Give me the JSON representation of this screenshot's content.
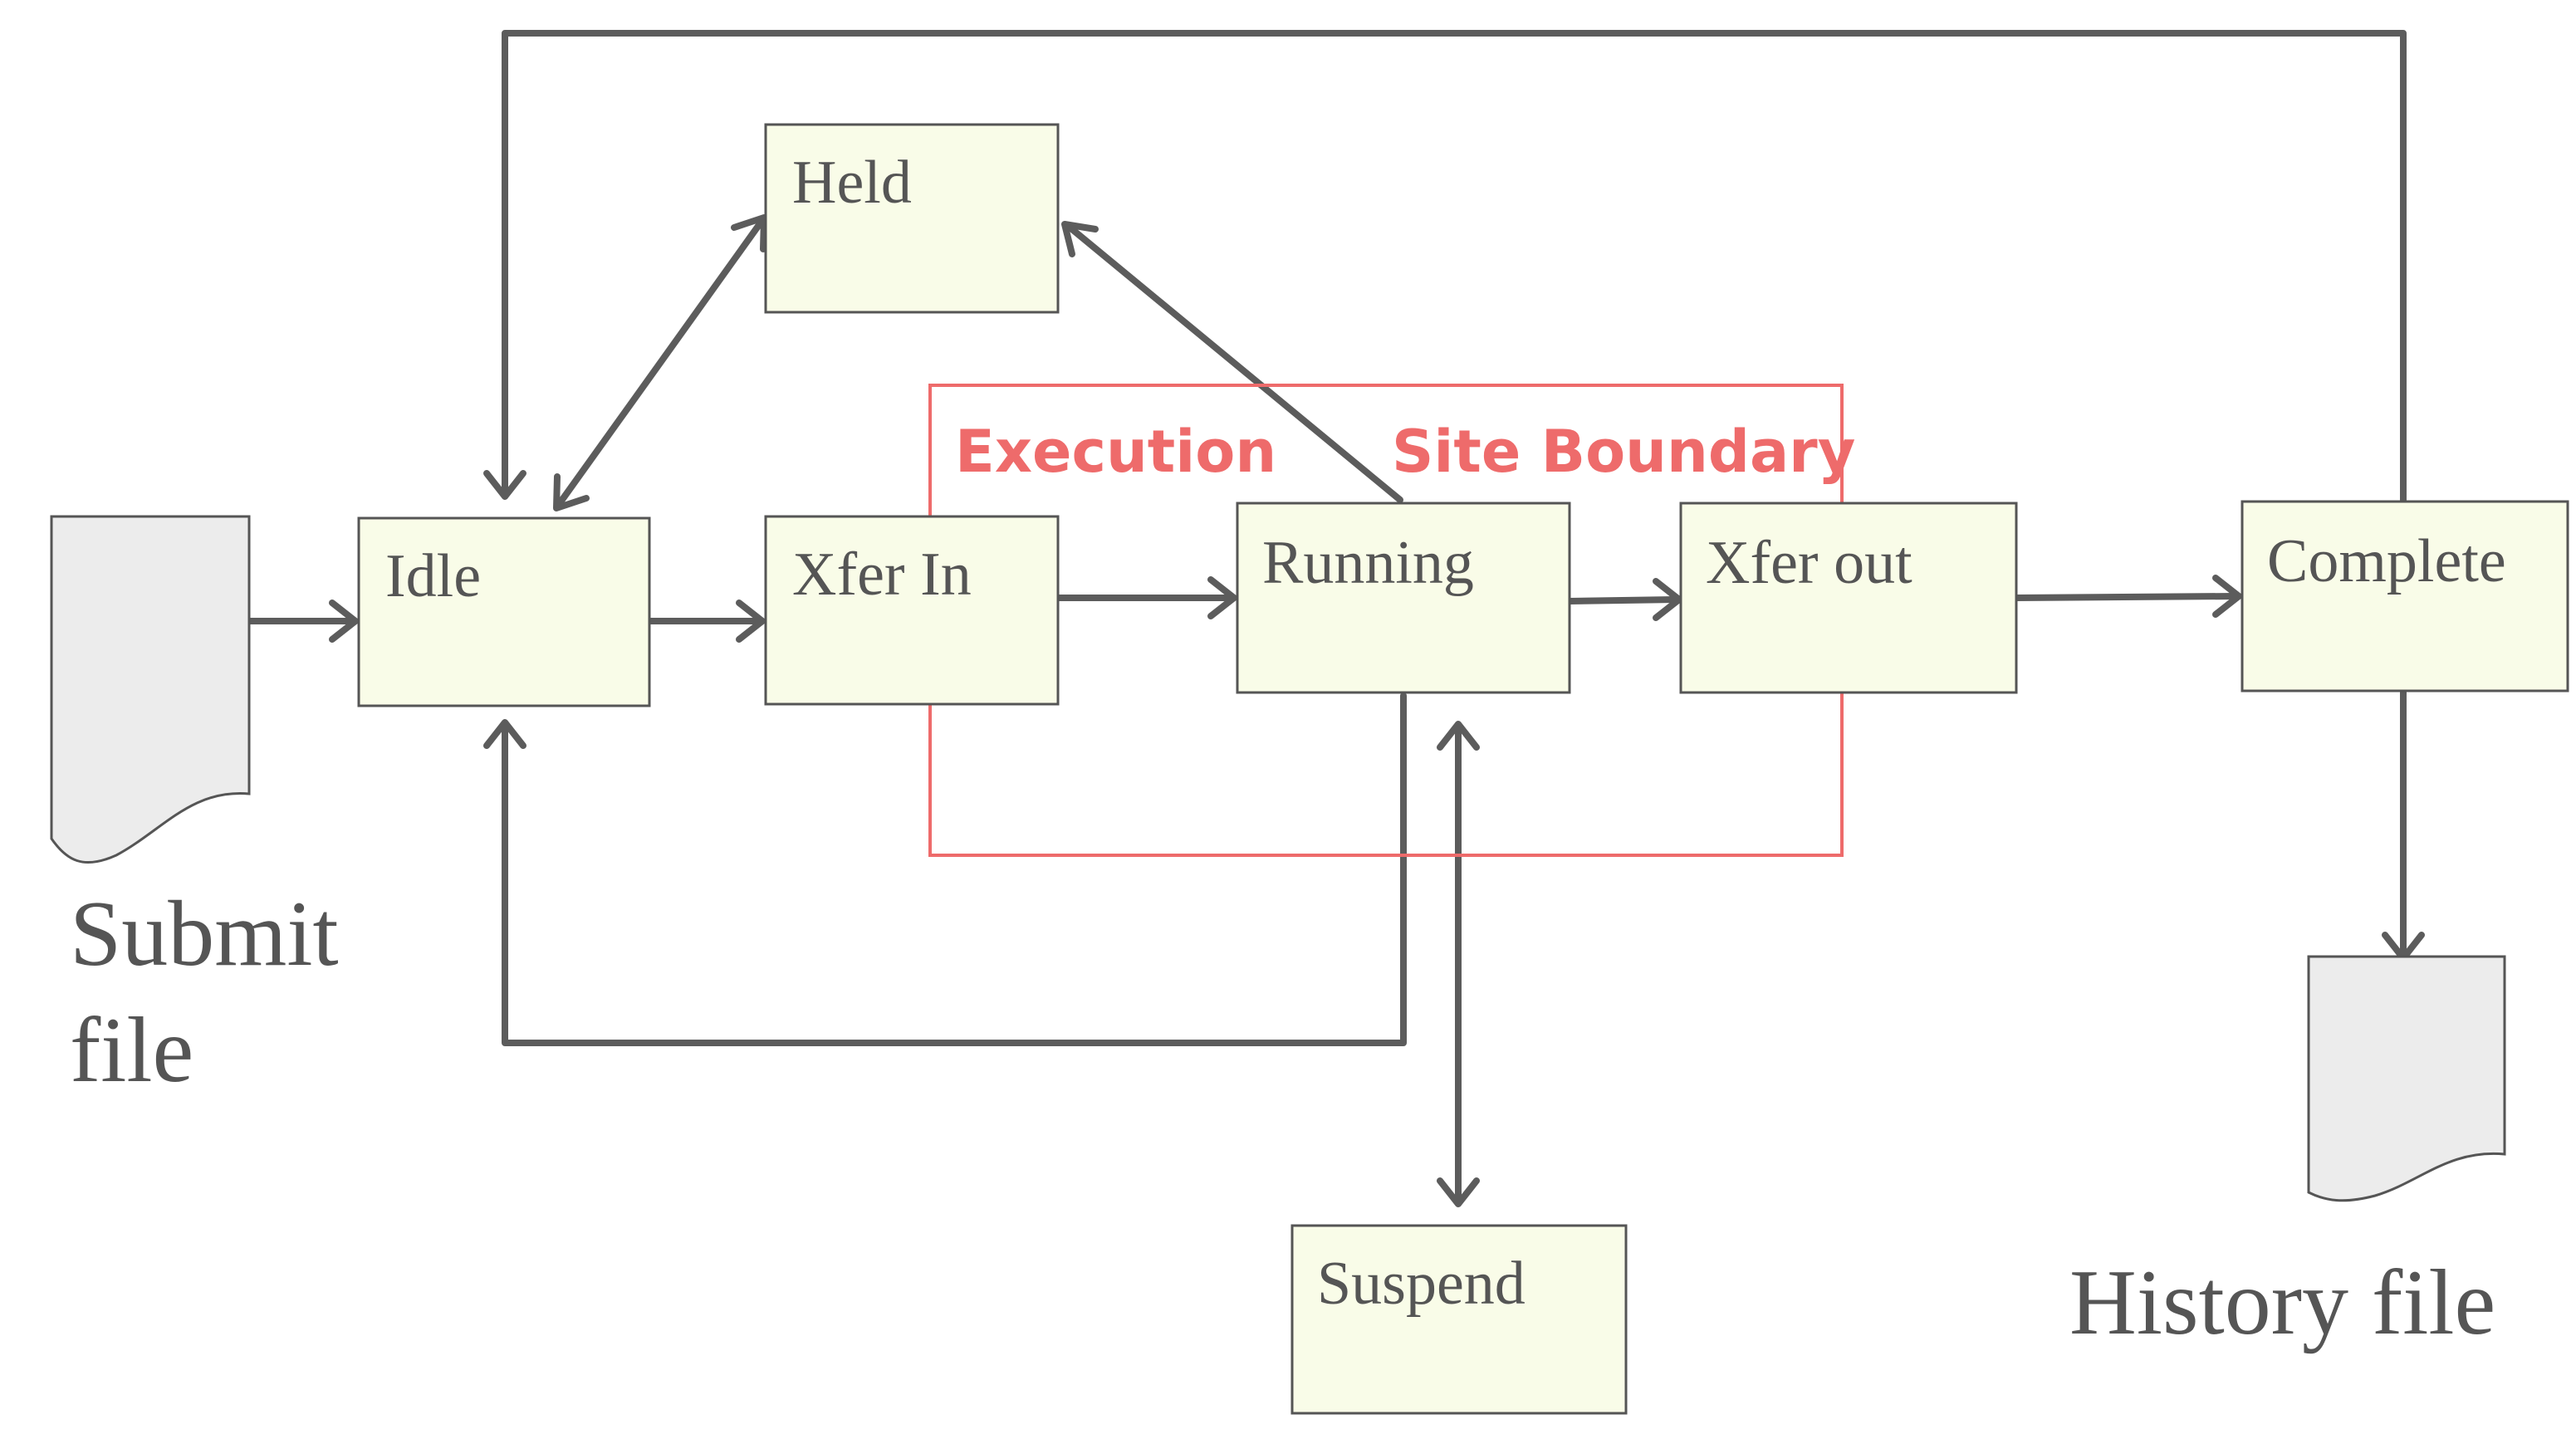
{
  "states": {
    "held": "Held",
    "idle": "Idle",
    "xfer_in": "Xfer In",
    "running": "Running",
    "xfer_out": "Xfer out",
    "complete": "Complete",
    "suspend": "Suspend"
  },
  "documents": {
    "submit_file": [
      "Submit",
      "file"
    ],
    "history_file": "History file"
  },
  "boundary": {
    "label_left": "Execution",
    "label_right": "Site Boundary"
  },
  "colors": {
    "box_fill": "#f9fce8",
    "doc_fill": "#ececec",
    "line": "#5c5c5c",
    "boundary": "#ee6b6b",
    "text": "#555555"
  }
}
